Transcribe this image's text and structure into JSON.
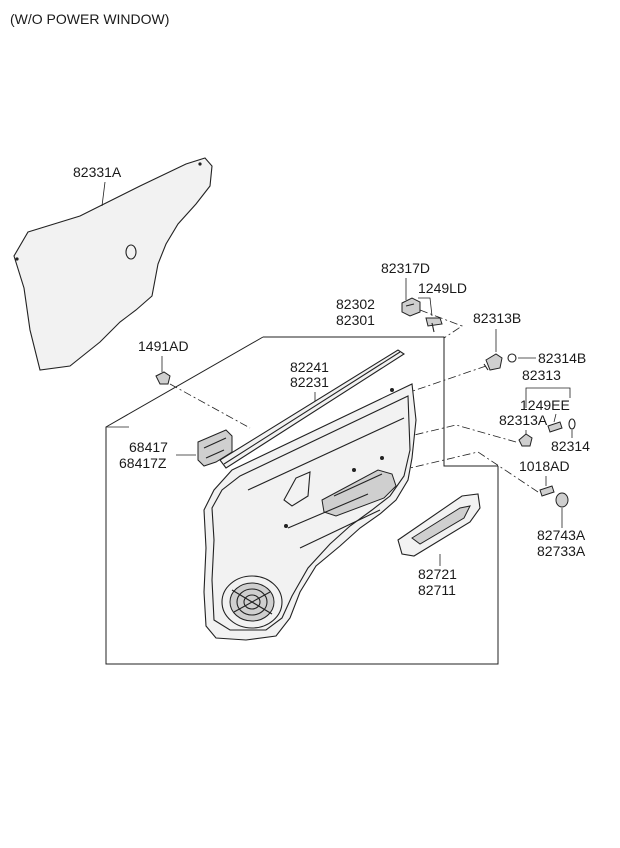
{
  "header": {
    "variant_label": "(W/O POWER WINDOW)"
  },
  "labels": {
    "p82331A": "82331A",
    "p82317D": "82317D",
    "p1249LD": "1249LD",
    "p82302": "82302",
    "p82301": "82301",
    "p82313B": "82313B",
    "p1491AD": "1491AD",
    "p82314B": "82314B",
    "p82241": "82241",
    "p82231": "82231",
    "p82313": "82313",
    "p1249EE": "1249EE",
    "p82313A": "82313A",
    "p68417": "68417",
    "p68417Z": "68417Z",
    "p82314": "82314",
    "p1018AD": "1018AD",
    "p82743A": "82743A",
    "p82733A": "82733A",
    "p82721": "82721",
    "p82711": "82711"
  }
}
